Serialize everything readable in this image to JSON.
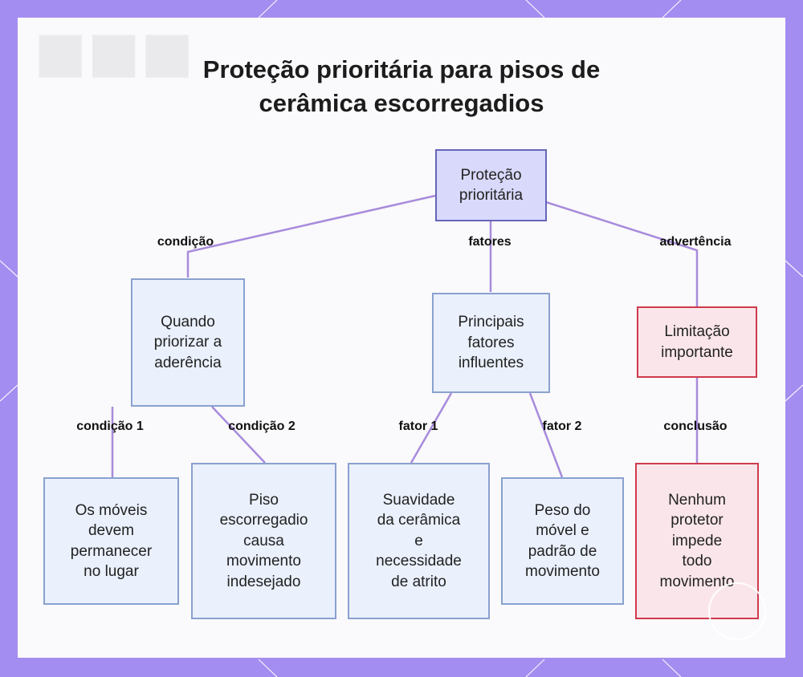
{
  "title": {
    "line1": "Proteção prioritária para pisos de",
    "line2": "cerâmica escorregadios"
  },
  "nodes": {
    "root": "Proteção\nprioritária",
    "when": "Quando\npriorizar a\naderência",
    "factors": "Principais\nfatores\ninfluentes",
    "limit": "Limitação\nimportante",
    "c1": "Os móveis\ndevem\npermanecer\nno lugar",
    "c2": "Piso\nescorregadio\ncausa\nmovimento\nindesejado",
    "f1": "Suavidade\nda cerâmica\ne\nnecessidade\nde atrito",
    "f2": "Peso do\nmóvel e\npadrão de\nmovimento",
    "concl": "Nenhum\nprotetor\nimpede\ntodo\nmovimento"
  },
  "edges": {
    "condicao": "condição",
    "fatores": "fatores",
    "advertencia": "advertência",
    "condicao1": "condição 1",
    "condicao2": "condição 2",
    "fator1": "fator 1",
    "fator2": "fator 2",
    "conclusao": "conclusão"
  },
  "colors": {
    "frame": "#a48df0",
    "edge": "#a78bdc",
    "root_fill": "#d9d9fb",
    "node_fill": "#eaf0fc",
    "warn_border": "#cf3a4d"
  }
}
